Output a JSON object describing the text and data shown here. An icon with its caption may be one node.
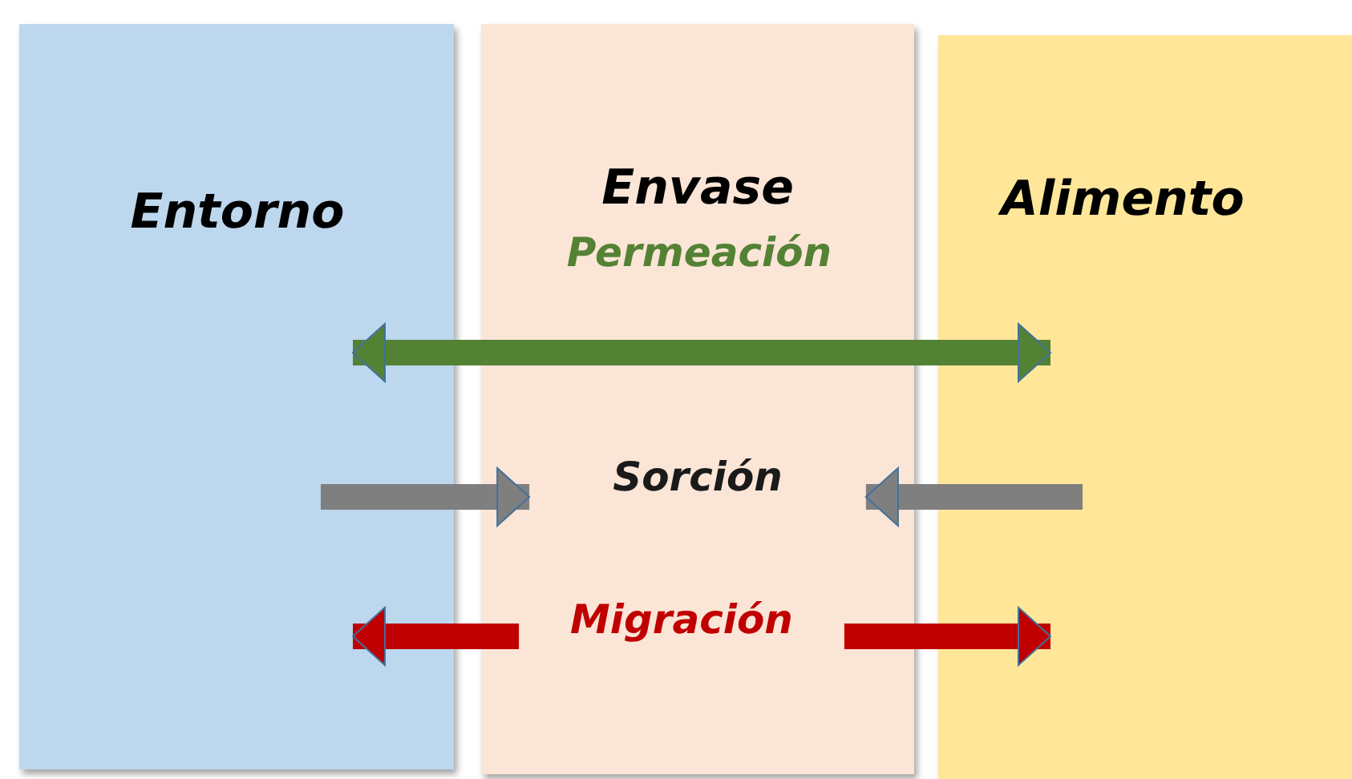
{
  "diagram": {
    "nodes": [
      {
        "text": [
          "Entorno"
        ]
      },
      {
        "text": [
          "Envase"
        ]
      },
      {
        "text": [
          "Alimento"
        ]
      },
      {
        "text": [
          "Sorción"
        ],
        "in": 1
      },
      {
        "text": [
          "Migración"
        ],
        "in": 1
      }
    ],
    "edges": [
      {
        "from": 0,
        "to": 2,
        "arrow": "both",
        "label": "Permeación",
        "color": "#548235"
      },
      {
        "from": 0,
        "to": 3,
        "arrow": "to",
        "color": "#7f7f7f"
      },
      {
        "from": 2,
        "to": 3,
        "arrow": "to",
        "color": "#7f7f7f"
      },
      {
        "from": 4,
        "to": 0,
        "arrow": "to",
        "color": "#c00000"
      },
      {
        "from": 4,
        "to": 2,
        "arrow": "to",
        "color": "#c00000"
      }
    ]
  }
}
